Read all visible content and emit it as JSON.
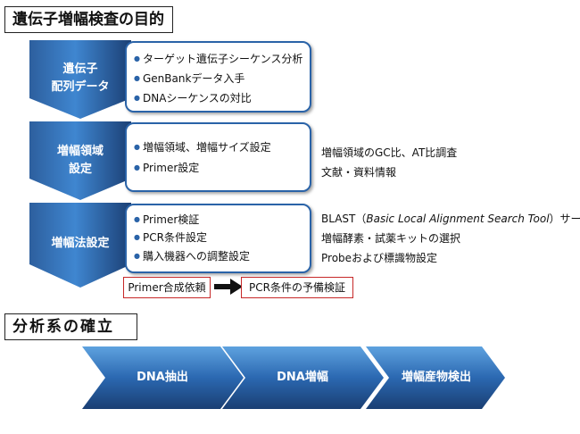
{
  "title": "遺伝子増幅検査の目的",
  "steps": [
    {
      "label": "遺伝子\n配列データ",
      "bullets": [
        "ターゲット遺伝子シーケンス分析",
        "GenBankデータ入手",
        "DNAシーケンスの対比"
      ],
      "notes": []
    },
    {
      "label": "増幅領域\n設定",
      "bullets": [
        "増幅領域、増幅サイズ設定",
        "Primer設定"
      ],
      "notes": [
        "増幅領域のGC比、AT比調査",
        "文献・資料情報"
      ]
    },
    {
      "label": "増幅法設定",
      "bullets": [
        "Primer検証",
        "PCR条件設定",
        "購入機器への調整設定"
      ],
      "notes": [
        "BLAST（Basic Local Alignment Search Tool）サーチ",
        "増幅酵素・試薬キットの選択",
        "Probeおよび標識物設定"
      ]
    }
  ],
  "flow": {
    "from": "Primer合成依頼",
    "to": "PCR条件の予備検証"
  },
  "subtitle": "分析系の確立",
  "phases": [
    "DNA抽出",
    "DNA増幅",
    "増幅産物検出"
  ],
  "colors": {
    "accent": "#2a63a8",
    "dark": "#1a3f73",
    "red": "#c62828"
  }
}
